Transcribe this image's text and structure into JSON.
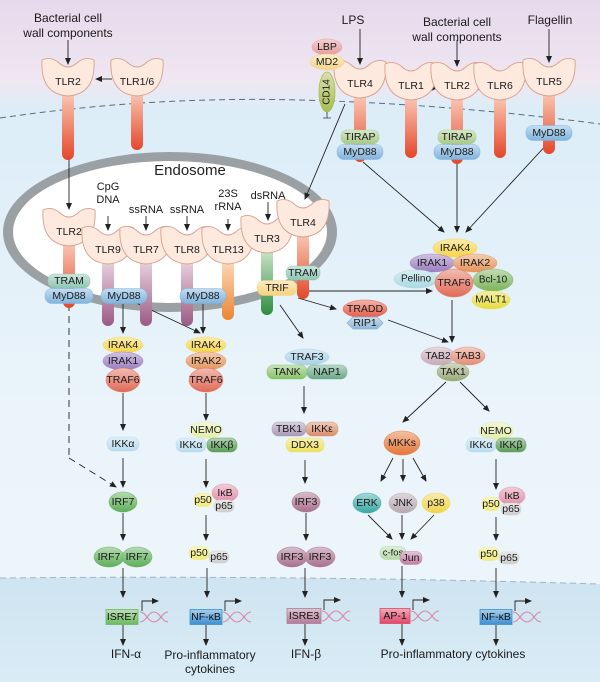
{
  "regions": {
    "extracellular": "",
    "endosome": "Endosome"
  },
  "colors": {
    "extracellular_bg": "#ece2ef",
    "cytoplasm_bg": "#dbeef8",
    "nucleus_bg": "#cfe5f1",
    "membrane": "#7a8a9a",
    "endosome_wall": "#9aa0a4",
    "arrow": "#222222",
    "tlr_head": "#fde9de",
    "tlr_stem_red": "#e8572f",
    "tlr_stem_purple": "#a66d92",
    "tlr_stem_orange": "#ef9448",
    "tlr_stem_green": "#3e9a4c",
    "myd88": "#7fb3dd",
    "tirap": "#a8c98a",
    "tram": "#8cc6b2",
    "trif": "#f6d27e",
    "irak4": "#f5d54a",
    "irak1": "#9a7cc0",
    "irak2": "#e5935a",
    "traf6": "#e06a56",
    "pellino": "#a9d9e2",
    "bcl10": "#7cb45c",
    "malt1": "#e7dc3e",
    "tradd": "#e35a48",
    "rip1": "#8db6d6",
    "traf3": "#a9d1e6",
    "tank": "#86c165",
    "nap1": "#6aa98a",
    "tbk1": "#a89ab7",
    "ikke": "#d98e6a",
    "ddx3": "#ede05c",
    "irf3": "#a8708c",
    "irf7": "#5cae57",
    "mkks": "#e57536",
    "erk": "#3aa8a6",
    "jnk": "#b6a8b0",
    "p38": "#f0d44a",
    "cfos": "#b6dba6",
    "jun": "#c27ea2",
    "nemo": "#e5eda8",
    "ikka": "#b9dcef",
    "ikkb": "#5a9e56",
    "p50": "#f1ea78",
    "p65": "#cfcfcf",
    "ikb": "#e18fa8",
    "tab2": "#c9a9b6",
    "tab3": "#e38d76",
    "tak1": "#9aa878",
    "isre7": "#6cb85e",
    "isre3": "#b27c96",
    "ap1": "#e04768",
    "nfkb": "#3d8fd1",
    "dna": "#d68aaa"
  },
  "ligands": {
    "bcw_left": [
      "Bacterial cell",
      "wall components"
    ],
    "lps": "LPS",
    "bcw_right": [
      "Bacterial cell",
      "wall components"
    ],
    "flagellin": "Flagellin",
    "cpg": [
      "CpG",
      "DNA"
    ],
    "ssrna7": "ssRNA",
    "ssrna8": "ssRNA",
    "rrna23s": [
      "23S",
      "rRNA"
    ],
    "dsrna": "dsRNA"
  },
  "receptors": {
    "tlr2_left": "TLR2",
    "tlr16": "TLR1/6",
    "tlr4_surface": "TLR4",
    "tlr1": "TLR1",
    "tlr2_right": "TLR2",
    "tlr6": "TLR6",
    "tlr5": "TLR5",
    "tlr2_endo": "TLR2",
    "tlr9": "TLR9",
    "tlr7": "TLR7",
    "tlr8": "TLR8",
    "tlr13": "TLR13",
    "tlr3": "TLR3",
    "tlr4_endo": "TLR4"
  },
  "coreceptors": {
    "lbp": "LBP",
    "md2": "MD2",
    "cd14": "CD14"
  },
  "adaptors": {
    "tirap": "TIRAP",
    "myd88": "MyD88",
    "tram": "TRAM",
    "trif": "TRIF"
  },
  "complexes": {
    "irak4": "IRAK4",
    "irak1": "IRAK1",
    "irak2": "IRAK2",
    "traf6": "TRAF6",
    "pellino": "Pellino",
    "bcl10": "Bcl-10",
    "malt1": "MALT1",
    "tradd": "TRADD",
    "rip1": "RIP1",
    "traf3": "TRAF3",
    "tank": "TANK",
    "nap1": "NAP1",
    "tbk1": "TBK1",
    "ikke": "IKKε",
    "ddx3": "DDX3",
    "irf3": "IRF3",
    "irf7": "IRF7",
    "ikka": "IKKα",
    "ikkb": "IKKβ",
    "nemo": "NEMO",
    "p50": "p50",
    "p65": "p65",
    "ikb": "IκB",
    "tab2": "TAB2",
    "tab3": "TAB3",
    "tak1": "TAK1",
    "mkks": "MKKs",
    "erk": "ERK",
    "jnk": "JNK",
    "p38": "p38",
    "cfos": "c-fos",
    "jun": "Jun"
  },
  "promoters": {
    "isre7": "ISRE7",
    "nfkb": "NF-κB",
    "isre3": "ISRE3",
    "ap1": "AP-1"
  },
  "outputs": {
    "ifna": "IFN-α",
    "proinf_left": [
      "Pro-inflammatory",
      "cytokines"
    ],
    "ifnb": "IFN-β",
    "proinf_right": "Pro-inflammatory cytokines"
  }
}
